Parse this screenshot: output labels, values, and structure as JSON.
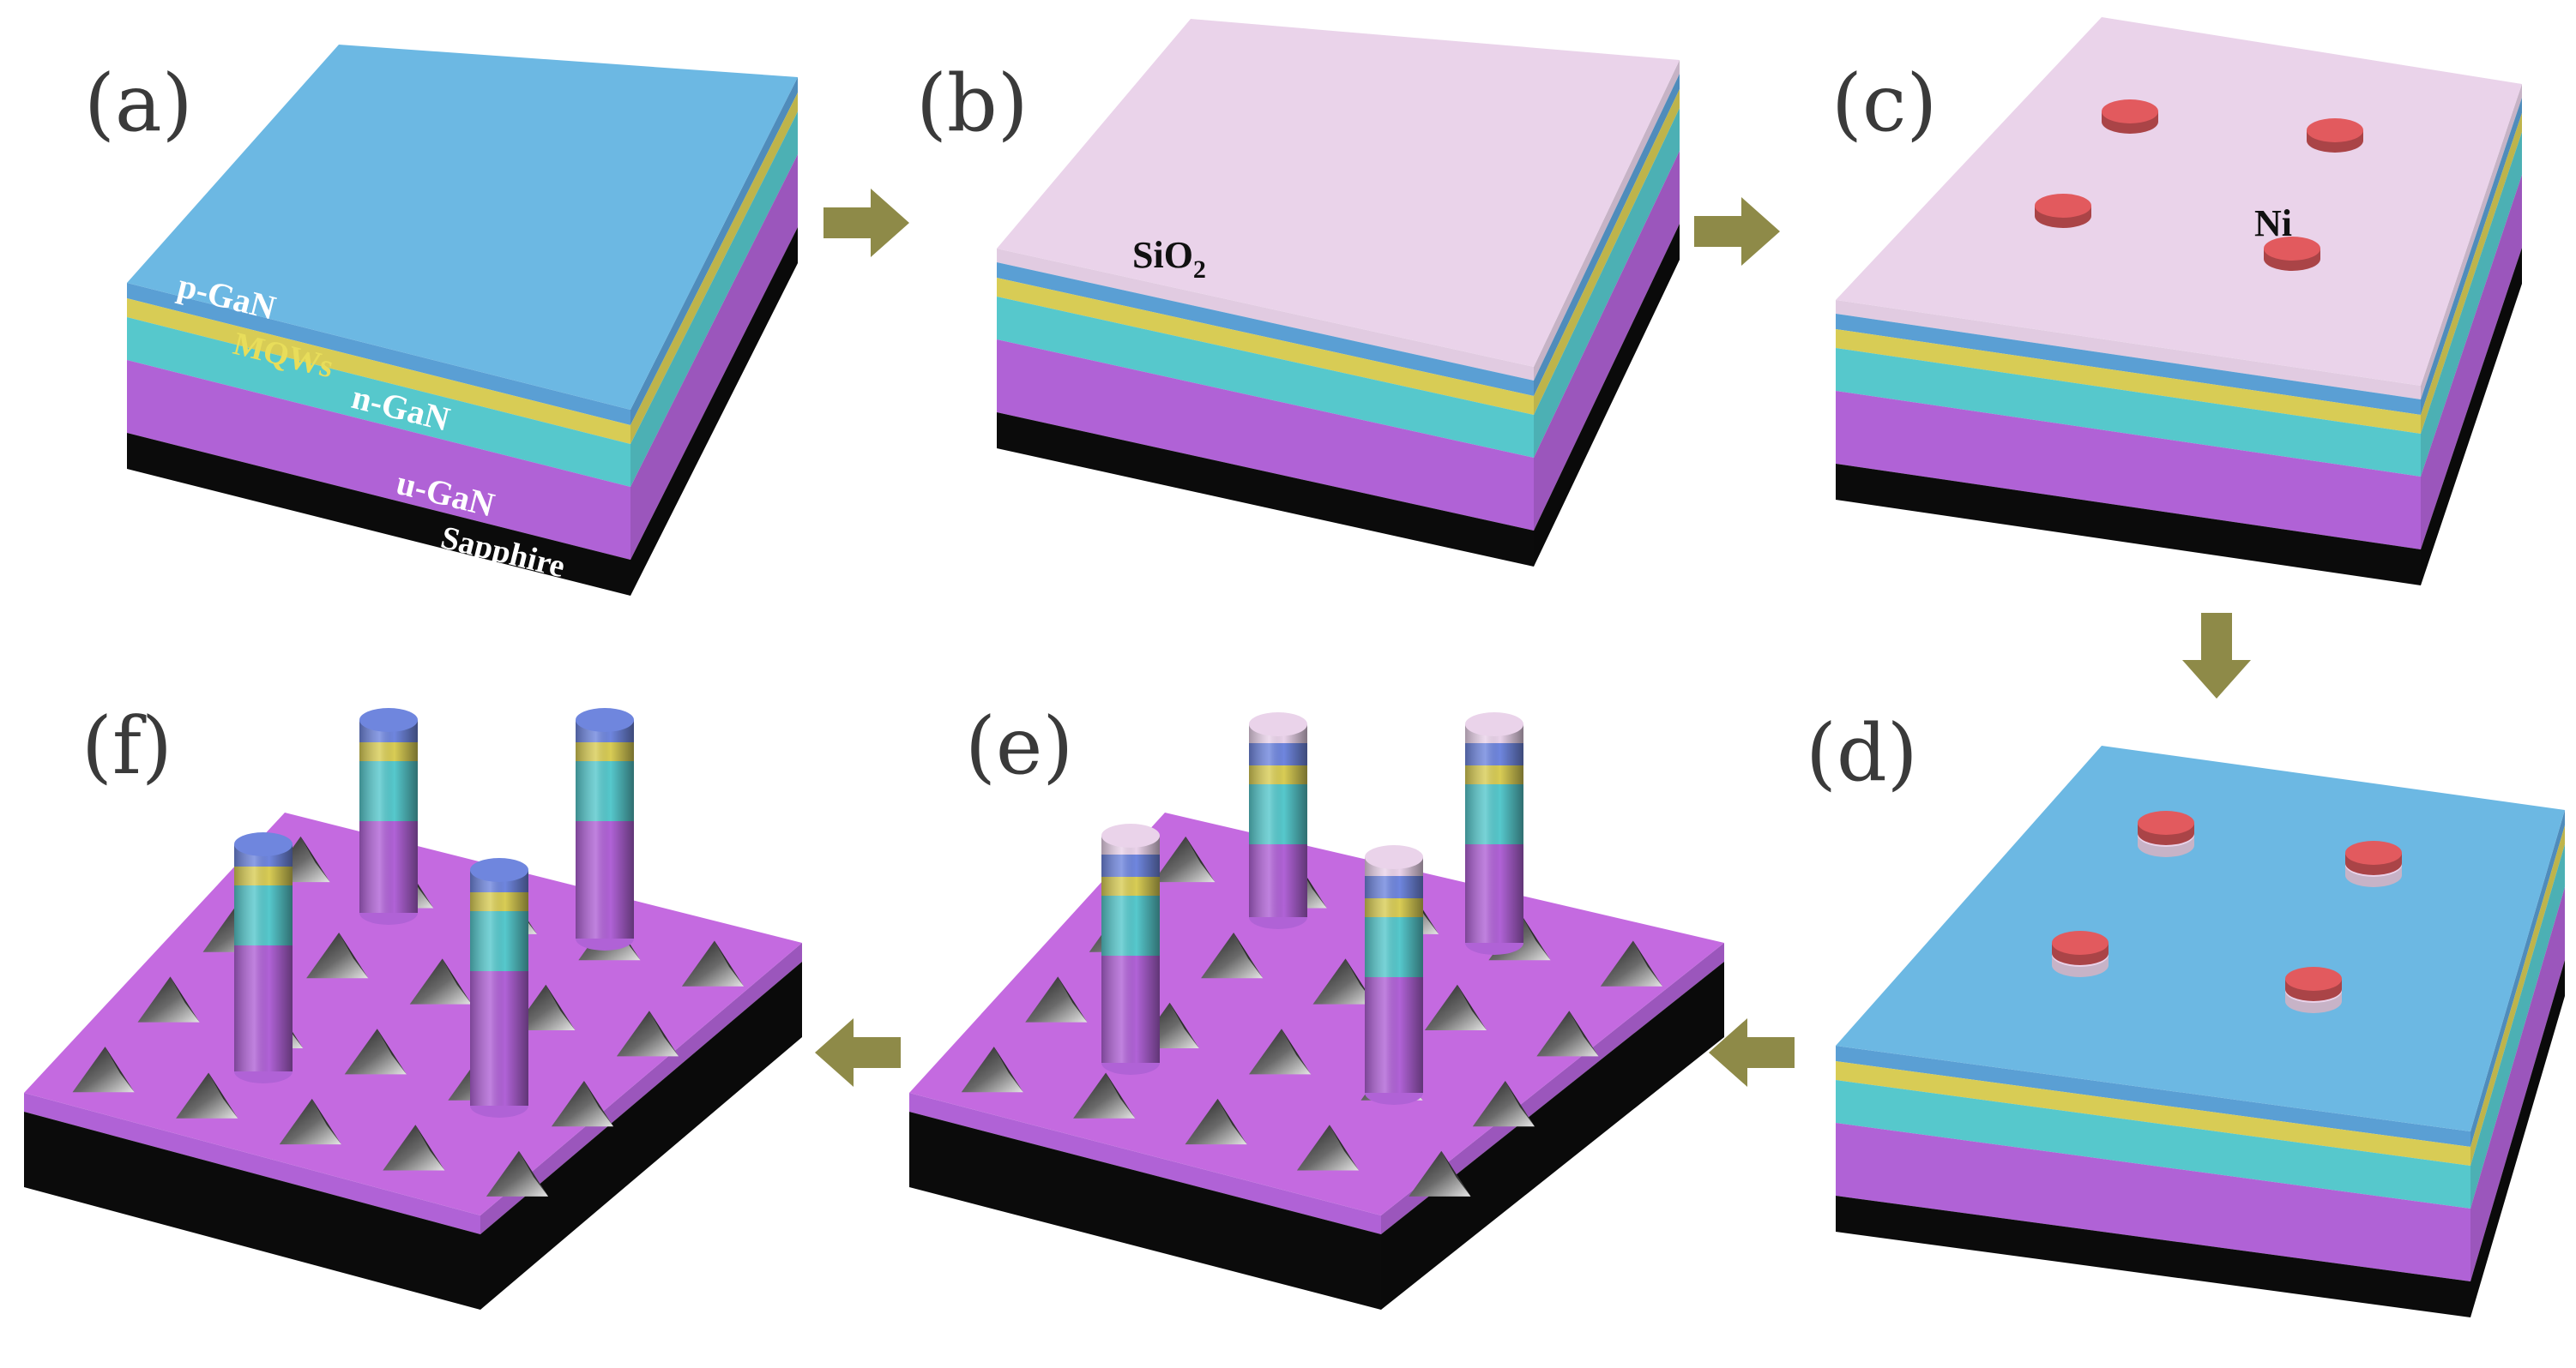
{
  "panels": [
    {
      "id": "a",
      "label": "(a)"
    },
    {
      "id": "b",
      "label": "(b)"
    },
    {
      "id": "c",
      "label": "(c)"
    },
    {
      "id": "d",
      "label": "(d)"
    },
    {
      "id": "e",
      "label": "(e)"
    },
    {
      "id": "f",
      "label": "(f)"
    }
  ],
  "layers": {
    "p_gan": "p-GaN",
    "mqws": "MQWs",
    "n_gan": "n-GaN",
    "u_gan": "u-GaN",
    "sapphire": "Sapphire"
  },
  "mask_label": {
    "base": "SiO",
    "subscript": "2"
  },
  "metal_label": "Ni",
  "colors": {
    "p_gan": "#6cb8e3",
    "p_gan_side": "#5a9fd4",
    "mqws": "#d8cc55",
    "n_gan": "#56c8cc",
    "u_gan": "#b062d6",
    "u_gan_top": "#c46ae0",
    "sapphire": "#0b0b0b",
    "sio2": "#ead3ea",
    "ni": "#e25a5e",
    "arrow": "#8e8a48",
    "pillar_top": "#6f86de"
  },
  "icons": [
    "arrow-right-icon",
    "arrow-right-icon",
    "arrow-down-icon",
    "arrow-left-icon",
    "arrow-left-icon"
  ]
}
